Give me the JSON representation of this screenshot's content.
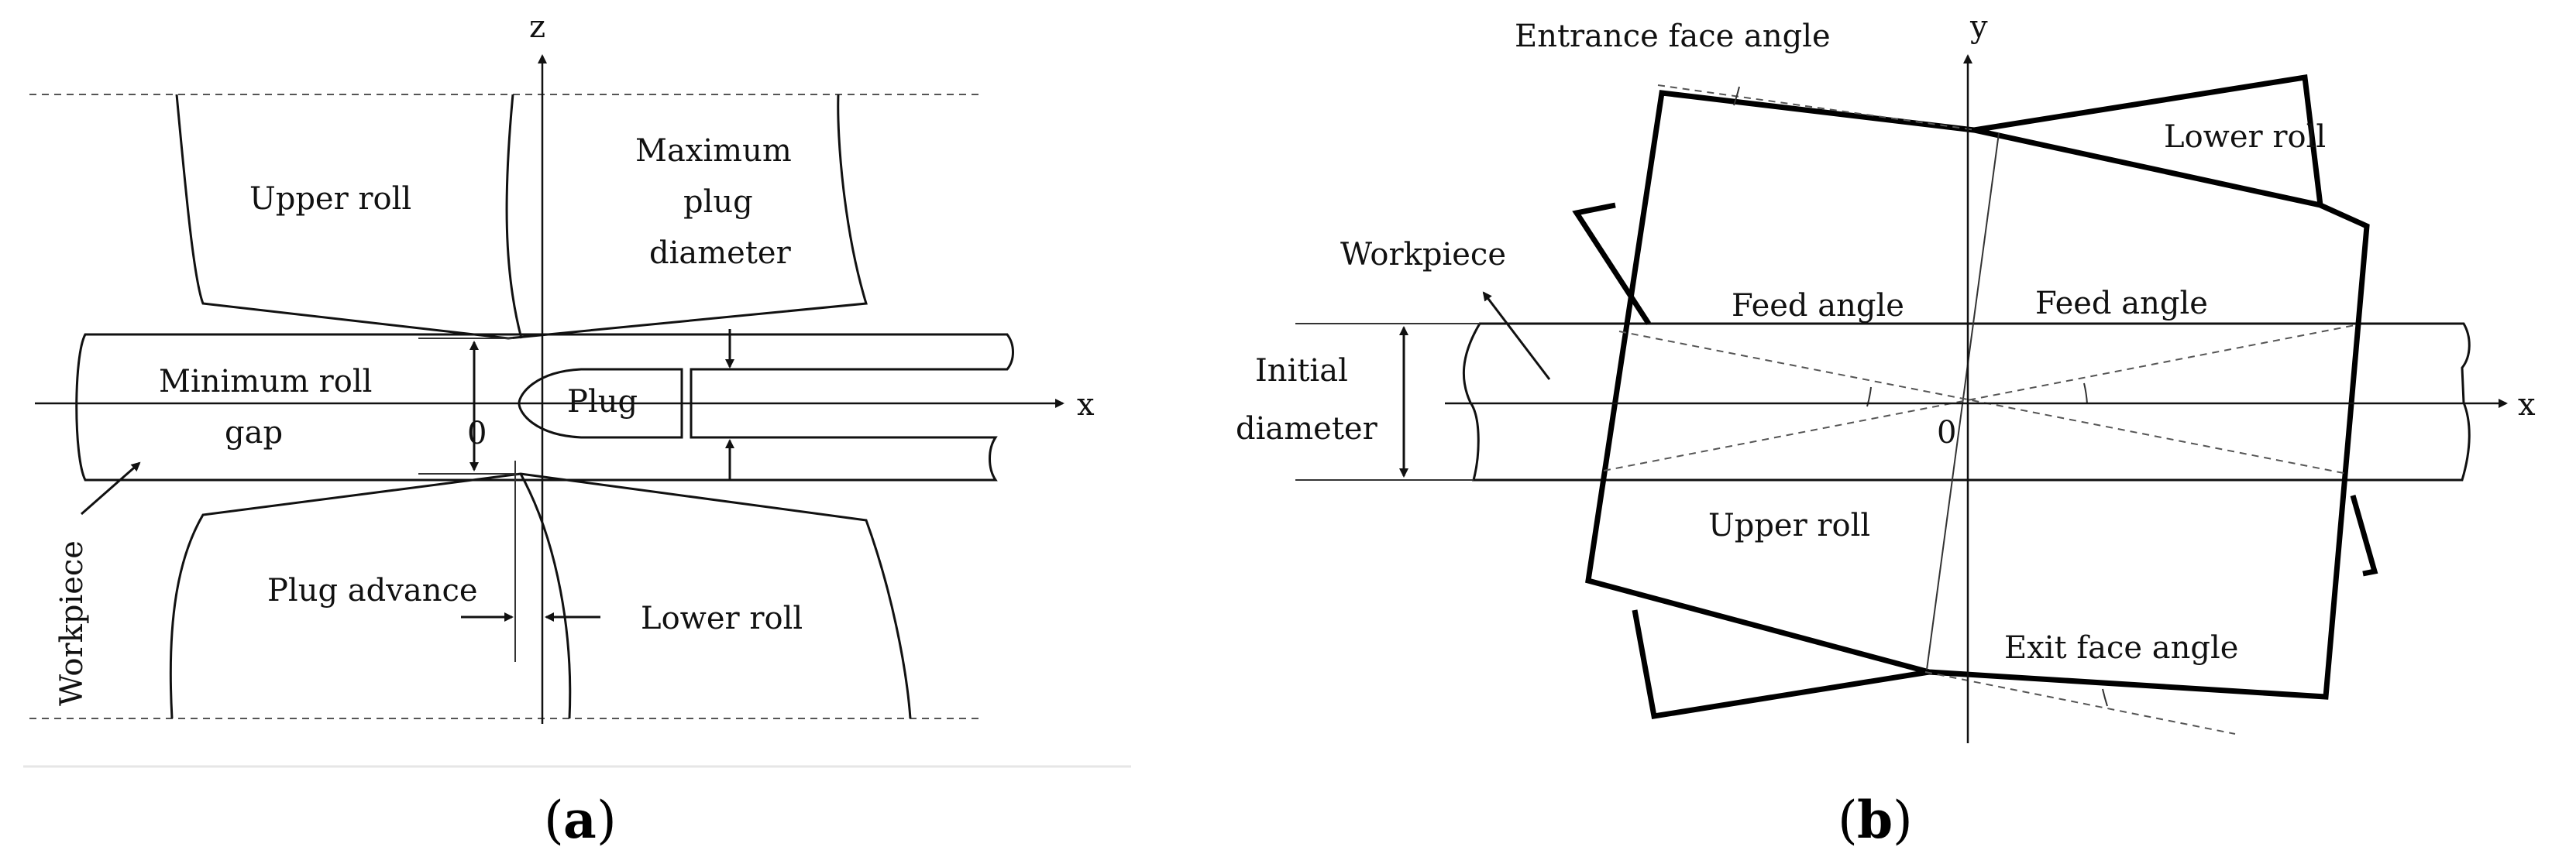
{
  "panel_a": {
    "caption_open": "(",
    "caption_letter": "a",
    "caption_close": ")",
    "axis_z": "z",
    "axis_x": "x",
    "origin": "0",
    "labels": {
      "upper_roll": "Upper roll",
      "max_plug_1": "Maximum",
      "max_plug_2": "plug",
      "max_plug_3": "diameter",
      "min_gap_1": "Minimum roll",
      "min_gap_2": "gap",
      "plug": "Plug",
      "workpiece": "Workpiece",
      "plug_advance": "Plug advance",
      "lower_roll": "Lower roll"
    }
  },
  "panel_b": {
    "caption_open": "(",
    "caption_letter": "b",
    "caption_close": ")",
    "axis_y": "y",
    "axis_x": "x",
    "origin": "0",
    "labels": {
      "entrance_face_angle": "Entrance face angle",
      "lower_roll": "Lower roll",
      "workpiece": "Workpiece",
      "feed_angle_left": "Feed angle",
      "feed_angle_right": "Feed angle",
      "initial_diameter_1": "Initial",
      "initial_diameter_2": "diameter",
      "upper_roll": "Upper roll",
      "exit_face_angle": "Exit face angle"
    }
  }
}
